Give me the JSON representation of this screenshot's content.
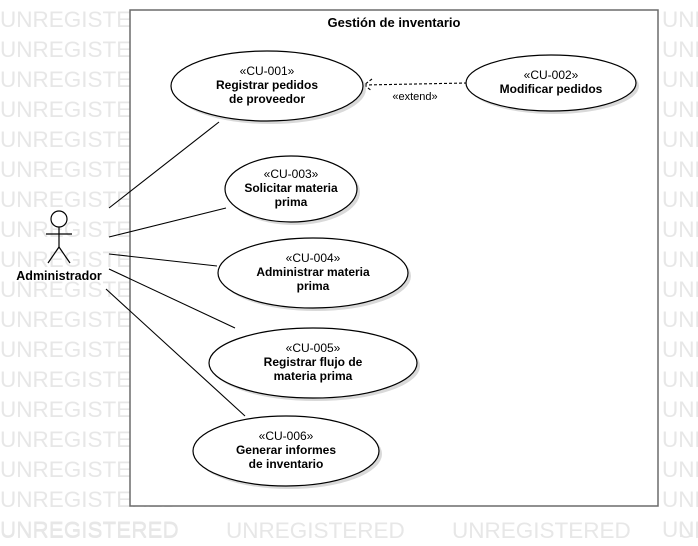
{
  "watermark": "UNREGISTERED",
  "system": {
    "title": "Gestión de inventario"
  },
  "actor": {
    "name": "Administrador"
  },
  "use_cases": [
    {
      "id": "cu001",
      "stereotype": "«CU-001»",
      "lines": [
        "Registrar pedidos",
        "de proveedor"
      ]
    },
    {
      "id": "cu002",
      "stereotype": "«CU-002»",
      "lines": [
        "Modificar pedidos"
      ]
    },
    {
      "id": "cu003",
      "stereotype": "«CU-003»",
      "lines": [
        "Solicitar materia",
        "prima"
      ]
    },
    {
      "id": "cu004",
      "stereotype": "«CU-004»",
      "lines": [
        "Administrar materia",
        "prima"
      ]
    },
    {
      "id": "cu005",
      "stereotype": "«CU-005»",
      "lines": [
        "Registrar flujo de",
        "materia prima"
      ]
    },
    {
      "id": "cu006",
      "stereotype": "«CU-006»",
      "lines": [
        "Generar informes",
        "de inventario"
      ]
    }
  ],
  "relations": {
    "extend": {
      "from": "cu002",
      "to": "cu001",
      "label": "«extend»"
    },
    "associations": [
      "cu001",
      "cu003",
      "cu004",
      "cu005",
      "cu006"
    ]
  }
}
